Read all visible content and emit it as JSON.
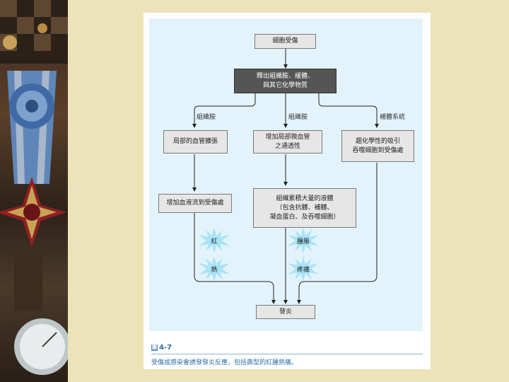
{
  "nodes": {
    "cell_injury": "細胞受傷",
    "release": [
      "釋出組織胺、緩體、",
      "與其它化學物質"
    ],
    "vasodilation_effect": "局部的血管擴張",
    "permeability_effect": [
      "增加局部微血管",
      "之通透性"
    ],
    "chemotaxis_effect": [
      "趨化學性的吸引",
      "吞噬細胞到受傷處"
    ],
    "blood_flow": "增加血液流到受傷處",
    "edema": [
      "組織累積大量的液體",
      "（包含抗體、補體、",
      "凝血蛋白、及吞噬細胞）"
    ],
    "inflammation": "發炎"
  },
  "edge_labels": {
    "left": "組織胺",
    "middle": "組織胺",
    "right": "補體系統"
  },
  "signs": {
    "red": "紅",
    "heat": "熱",
    "swelling": "腫脹",
    "pain": "疼痛"
  },
  "figure": {
    "glyph": "圖",
    "number": "4-7",
    "caption": "受傷或感染會誘發發炎反應，包括典型的紅腫熱痛。"
  },
  "colors": {
    "diagram_bg": "#e3f3fb",
    "burst": "#a9e3f6",
    "caption": "#2f6ea3"
  }
}
